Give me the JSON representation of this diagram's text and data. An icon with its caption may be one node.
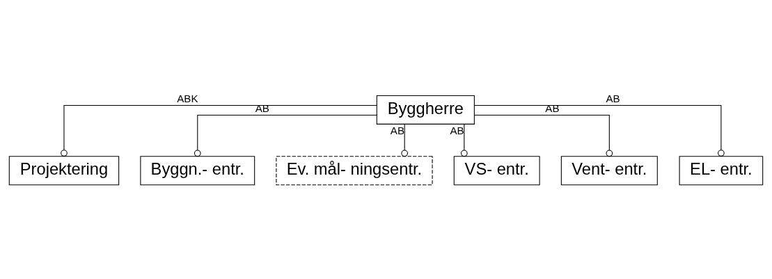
{
  "diagram": {
    "nodes": [
      {
        "text": [
          "Byggherre"
        ]
      },
      {
        "text": [
          "Projektering"
        ]
      },
      {
        "text": [
          "Byggn.- entr."
        ]
      },
      {
        "text": [
          "Ev. mål- ningsentr."
        ]
      },
      {
        "text": [
          "VS- entr."
        ]
      },
      {
        "text": [
          "Vent- entr."
        ]
      },
      {
        "text": [
          "EL- entr."
        ]
      }
    ],
    "edges": [
      {
        "from": 0,
        "to": 1,
        "arrow": "other",
        "label": "ABK"
      },
      {
        "from": 0,
        "to": 2,
        "arrow": "other",
        "label": "AB"
      },
      {
        "from": 0,
        "to": 3,
        "arrow": "other",
        "label": "AB"
      },
      {
        "from": 0,
        "to": 4,
        "arrow": "other",
        "label": "AB"
      },
      {
        "from": 0,
        "to": 5,
        "arrow": "other",
        "label": "AB"
      },
      {
        "from": 0,
        "to": 6,
        "arrow": "other",
        "label": "AB"
      }
    ]
  }
}
